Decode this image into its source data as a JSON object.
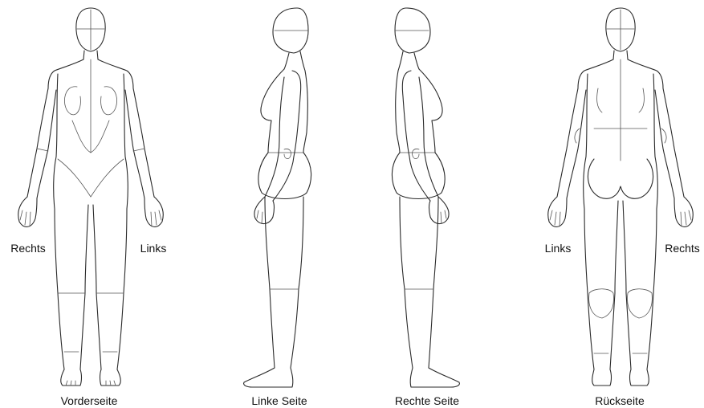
{
  "figures": {
    "front": {
      "caption": "Vorderseite",
      "side_right": "Rechts",
      "side_left": "Links"
    },
    "left": {
      "caption": "Linke Seite"
    },
    "right": {
      "caption": "Rechte Seite"
    },
    "back": {
      "caption": "Rückseite",
      "side_left": "Links",
      "side_right": "Rechts"
    }
  }
}
